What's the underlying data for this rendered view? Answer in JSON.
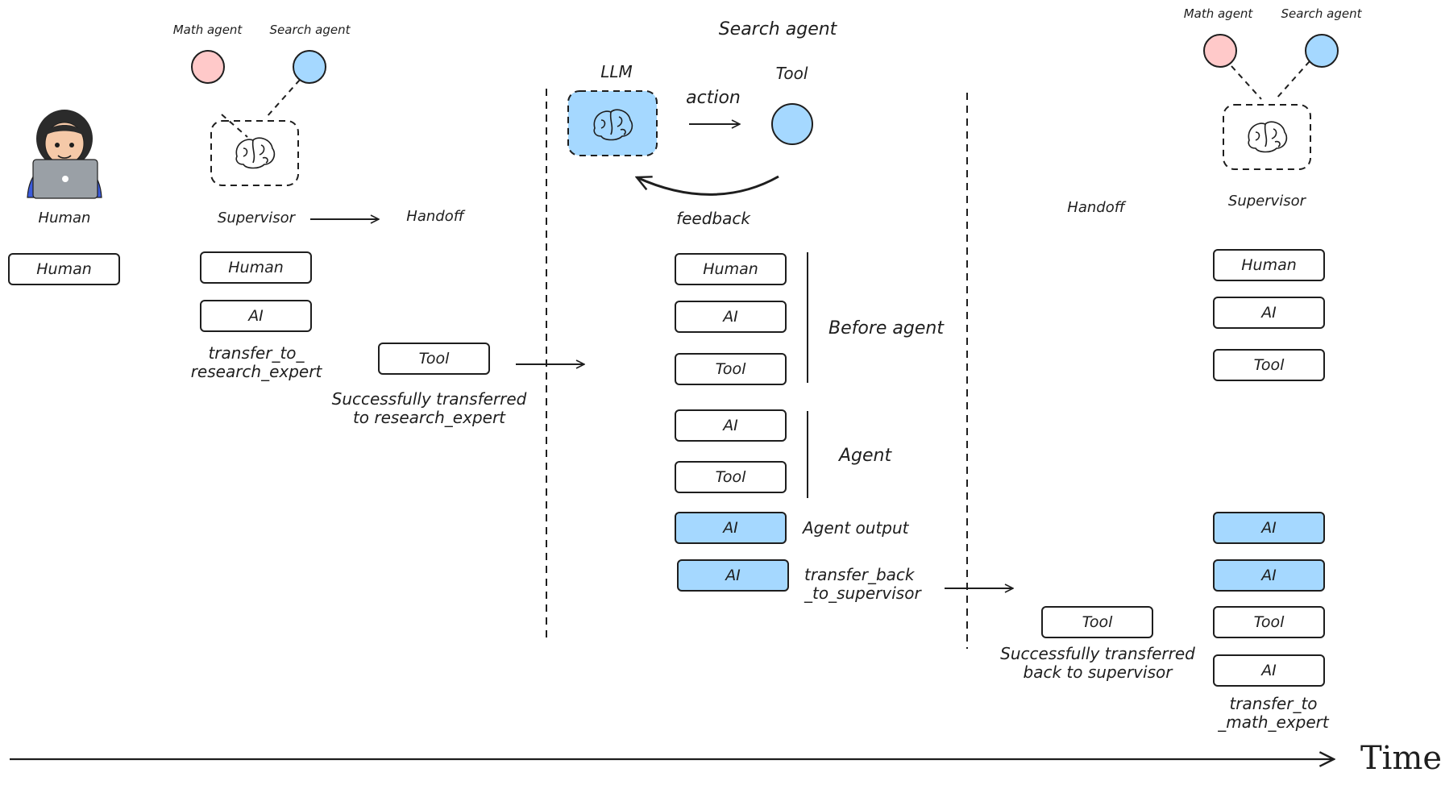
{
  "colors": {
    "stroke": "#1e1e1e",
    "blue": "#a5d8ff",
    "pink": "#ffc9c9",
    "skin": "#f5c9a8",
    "hair": "#2b2b2b",
    "laptop": "#9aa0a6",
    "shirt": "#3b5bdb"
  },
  "section1": {
    "agent_labels": {
      "math": "Math agent",
      "search": "Search agent"
    },
    "human_label": "Human",
    "supervisor_label": "Supervisor",
    "handoff_label": "Handoff",
    "human_column": [
      "Human"
    ],
    "supervisor_column": [
      "Human",
      "AI"
    ],
    "transfer_caption": [
      "transfer_to_",
      "research_expert"
    ],
    "tool_label": "Tool",
    "tool_caption": [
      "Successfully transferred",
      "to research_expert"
    ]
  },
  "section2": {
    "title": "Search agent",
    "llm_label": "LLM",
    "tool_label": "Tool",
    "action_label": "action",
    "feedback_label": "feedback",
    "messages": [
      {
        "label": "Human",
        "highlight": false
      },
      {
        "label": "AI",
        "highlight": false
      },
      {
        "label": "Tool",
        "highlight": false
      },
      {
        "label": "AI",
        "highlight": false
      },
      {
        "label": "Tool",
        "highlight": false
      },
      {
        "label": "AI",
        "highlight": true
      },
      {
        "label": "AI",
        "highlight": true
      }
    ],
    "bracket_before": "Before agent",
    "bracket_agent": "Agent",
    "agent_output_label": "Agent output",
    "transfer_back_caption": [
      "transfer_back",
      "_to_supervisor"
    ]
  },
  "section3": {
    "agent_labels": {
      "math": "Math agent",
      "search": "Search agent"
    },
    "handoff_label": "Handoff",
    "supervisor_label": "Supervisor",
    "tool_label": "Tool",
    "tool_caption": [
      "Successfully transferred",
      "back to supervisor"
    ],
    "messages": [
      {
        "label": "Human",
        "highlight": false
      },
      {
        "label": "AI",
        "highlight": false
      },
      {
        "label": "Tool",
        "highlight": false
      },
      {
        "label": "AI",
        "highlight": true
      },
      {
        "label": "AI",
        "highlight": true
      },
      {
        "label": "Tool",
        "highlight": false
      },
      {
        "label": "AI",
        "highlight": false
      }
    ],
    "transfer_caption": [
      "transfer_to",
      "_math_expert"
    ]
  },
  "time_label": "Time"
}
